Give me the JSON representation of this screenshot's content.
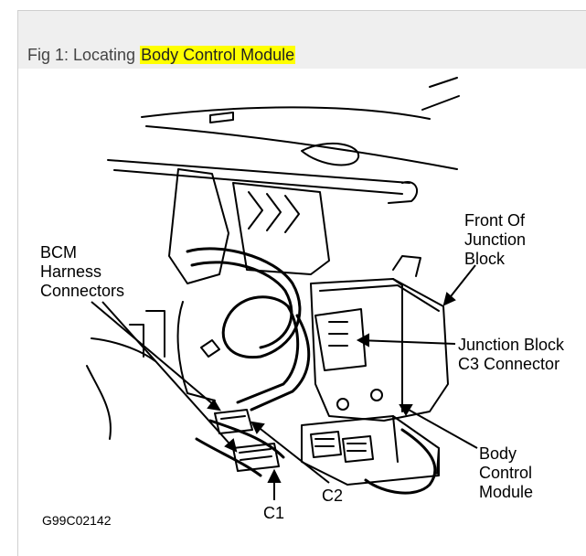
{
  "caption": {
    "prefix": "Fig 1: Locating ",
    "highlight": "Body Control Module"
  },
  "labels": {
    "bcm_line1": "BCM",
    "bcm_line2": "Harness",
    "bcm_line3": "Connectors",
    "front_line1": "Front Of",
    "front_line2": "Junction",
    "front_line3": "Block",
    "jb_line1": "Junction Block",
    "jb_line2": "C3 Connector",
    "body_line1": "Body",
    "body_line2": "Control",
    "body_line3": "Module",
    "c1": "C1",
    "c2": "C2",
    "figure_id": "G99C02142"
  },
  "colors": {
    "highlight": "#ffff00",
    "caption_bar": "#efefef",
    "line": "#000000"
  }
}
